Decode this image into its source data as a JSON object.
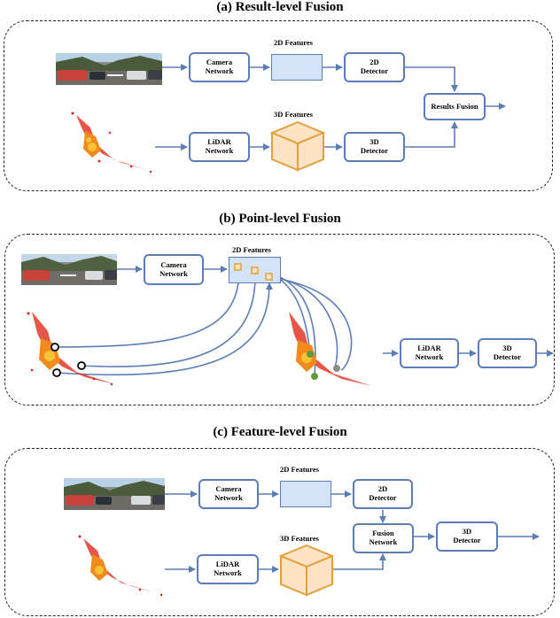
{
  "panel_a": {
    "title": "(a) Result-level Fusion",
    "features_2d": "2D Features",
    "features_3d": "3D Features",
    "camera_network": "Camera\nNetwork",
    "lidar_network": "LiDAR\nNetwork",
    "detector_2d": "2D\nDetector",
    "detector_3d": "3D\nDetector",
    "results_fusion": "Results Fusion"
  },
  "panel_b": {
    "title": "(b) Point-level Fusion",
    "features_2d": "2D Features",
    "camera_network": "Camera\nNetwork",
    "lidar_network": "LiDAR\nNetwork",
    "detector_3d": "3D\nDetector"
  },
  "panel_c": {
    "title": "(c) Feature-level Fusion",
    "features_2d": "2D Features",
    "features_3d": "3D Features",
    "camera_network": "Camera\nNetwork",
    "lidar_network": "LiDAR\nNetwork",
    "detector_2d": "2D\nDetector",
    "fusion_network": "Fusion\nNetwork",
    "detector_3d": "3D\nDetector"
  },
  "colors": {
    "box_border": "#5b7db7",
    "feature_fill": "#d4e2fa",
    "cube_fill": "#fde2c4",
    "cube_border": "#e1a13a",
    "arrow": "#5b7db7"
  }
}
